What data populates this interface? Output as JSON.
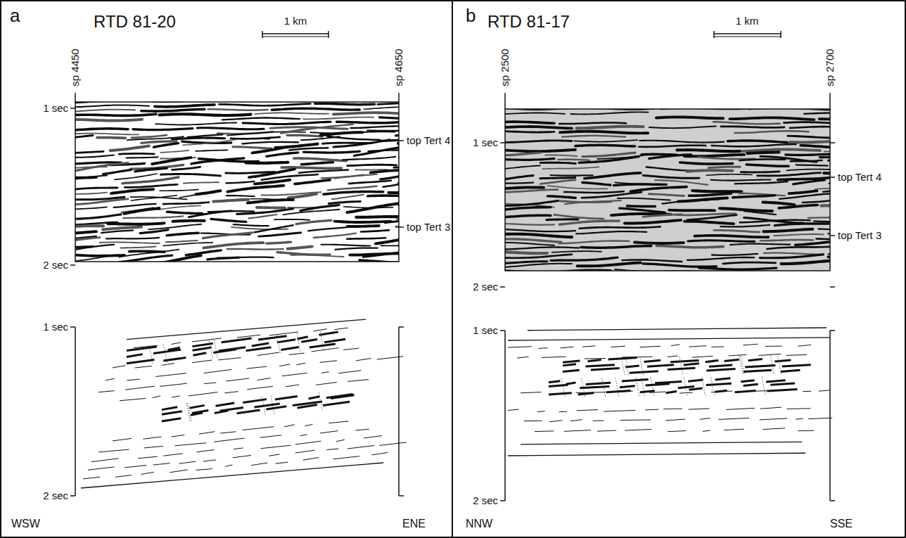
{
  "diagram": {
    "labels": [
      "a",
      "RTD 81-20",
      "1 km",
      "sp 4450",
      "sp 4650",
      "1 sec",
      "top Tert 4",
      "top Tert 3",
      "2 sec",
      "1 sec",
      "2 sec",
      "WSW",
      "ENE",
      "b",
      "RTD 81-17",
      "1 km",
      "sp 2500",
      "sp 2700",
      "1 sec",
      "top Tert 4",
      "top Tert 3",
      "2 sec",
      "1 sec",
      "2 sec",
      "NNW",
      "SSE"
    ]
  }
}
